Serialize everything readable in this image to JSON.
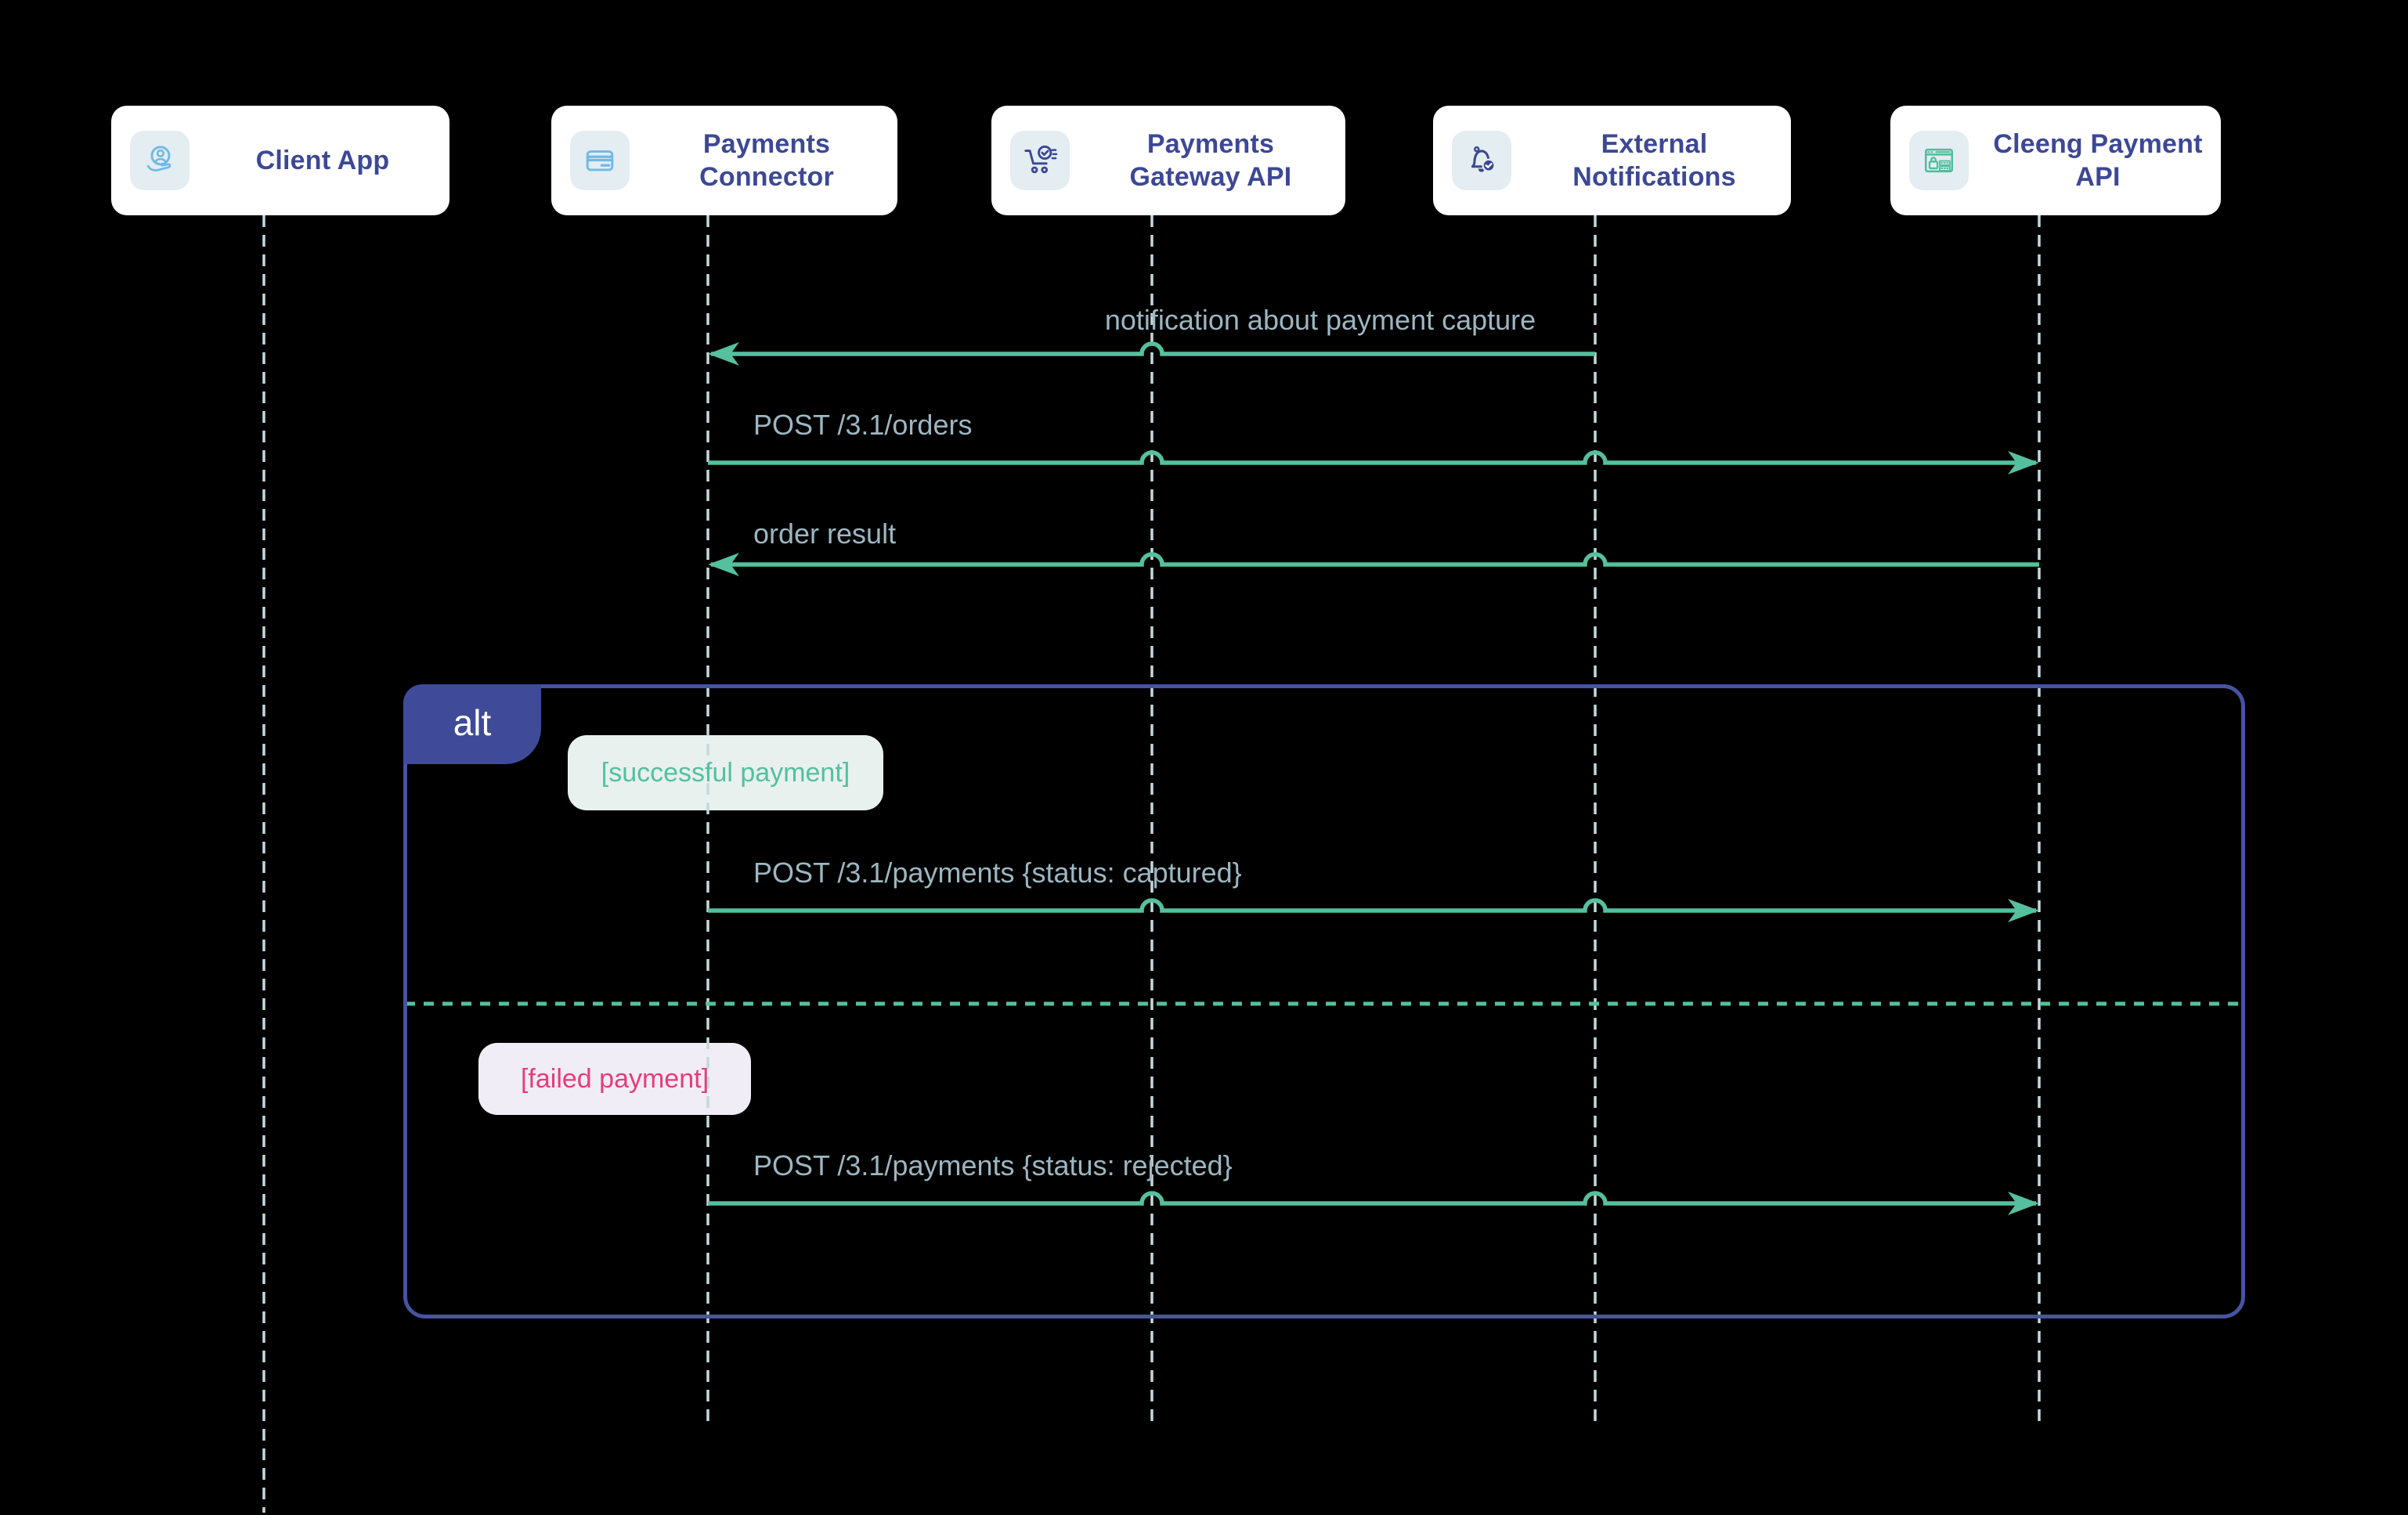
{
  "diagram_type": "sequence-diagram",
  "actors": [
    {
      "name": "Client App",
      "icon": "user-hand-icon"
    },
    {
      "name": "Payments Connector",
      "icon": "credit-card-icon"
    },
    {
      "name": "Payments Gateway API",
      "icon": "cart-check-icon"
    },
    {
      "name": "External Notifications",
      "icon": "bell-check-icon"
    },
    {
      "name": "Cleeng Payment API",
      "icon": "secure-payment-icon"
    }
  ],
  "messages": [
    {
      "label": "notification about payment capture",
      "from": "External Notifications",
      "to": "Payments Connector",
      "direction": "left"
    },
    {
      "label": "POST /3.1/orders",
      "from": "Payments Connector",
      "to": "Cleeng Payment API",
      "direction": "right"
    },
    {
      "label": "order result",
      "from": "Cleeng Payment API",
      "to": "Payments Connector",
      "direction": "left"
    },
    {
      "label": "POST /3.1/payments {status: captured}",
      "from": "Payments Connector",
      "to": "Cleeng Payment API",
      "direction": "right",
      "branch": "successful payment"
    },
    {
      "label": "POST /3.1/payments {status: rejected}",
      "from": "Payments Connector",
      "to": "Cleeng Payment API",
      "direction": "right",
      "branch": "failed payment"
    }
  ],
  "alt_frame": {
    "label": "alt",
    "conditions": [
      {
        "text": "[successful payment]",
        "status": "success"
      },
      {
        "text": "[failed payment]",
        "status": "failed"
      }
    ]
  },
  "colors": {
    "background": "#000000",
    "arrow": "#55c09e",
    "lifeline": "#c5d9de",
    "message_text": "#9db6c1",
    "frame_border": "#4753a3",
    "frame_tab": "#3f4a99",
    "frame_tab_text": "#ffffff",
    "actor_text": "#3d4894",
    "actor_box_bg": "#ffffff",
    "icon_tile_bg": "#e3edf2",
    "icon_blue": "#6fb9e5",
    "icon_indigo": "#3c4794",
    "icon_green": "#4fbd9c",
    "success_text": "#53c09e",
    "success_bg": "#e8f1ee",
    "failed_text": "#e73c7c",
    "failed_bg": "#f0edf7"
  }
}
